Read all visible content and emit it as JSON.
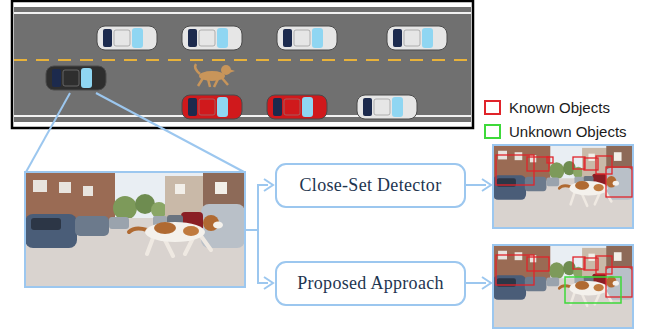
{
  "diagram": {
    "nodes": [
      {
        "text": [
          "Close-Set Detector"
        ]
      },
      {
        "text": [
          "Proposed Approach"
        ]
      }
    ],
    "legend": [
      {
        "text": "Known Objects",
        "color": "#e0242a"
      },
      {
        "text": "Unknown Objects",
        "color": "#3ed93a"
      }
    ]
  }
}
